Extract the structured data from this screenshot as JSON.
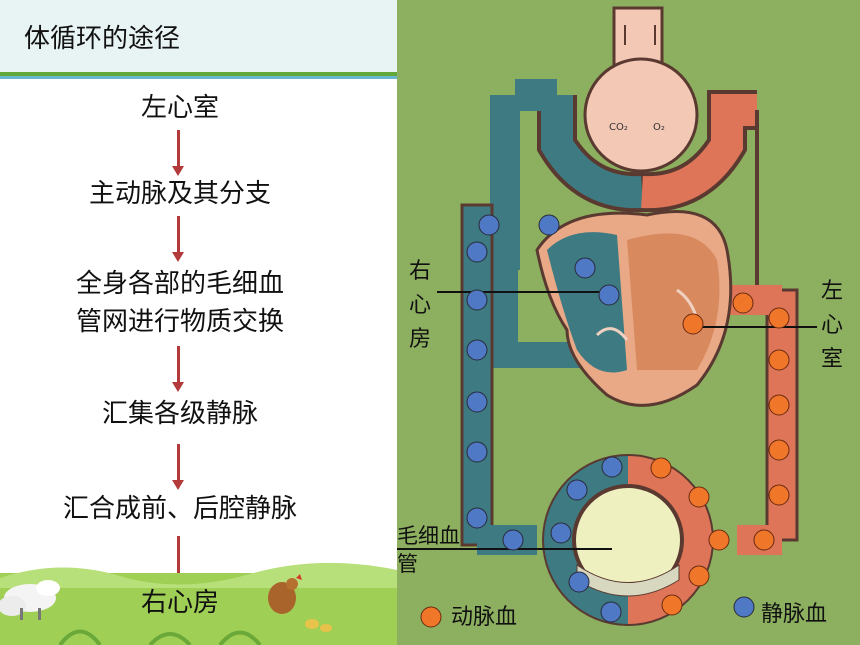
{
  "slide_title": "体循环的途径",
  "steps": [
    "左心室",
    "主动脉及其分支",
    "全身各部的毛细血",
    "管网进行物质交换",
    "汇集各级静脉",
    "汇合成前、后腔静脉",
    "右心房"
  ],
  "diagram": {
    "label_right_atrium": [
      "右",
      "心",
      "房"
    ],
    "label_left_ventricle": [
      "左",
      "心",
      "室"
    ],
    "label_capillary_line1": "毛细血",
    "label_capillary_line2": "管",
    "legend_arterial": "动脉血",
    "legend_venous": "静脉血",
    "lung_text_co2": "CO₂",
    "lung_text_o2": "O₂"
  },
  "colors": {
    "venous": "#3d7a82",
    "arterial": "#de7458",
    "venous_dot": "#4f79c4",
    "arterial_dot": "#f0762a",
    "background": "#8db060",
    "arrow": "#b23a3a"
  }
}
